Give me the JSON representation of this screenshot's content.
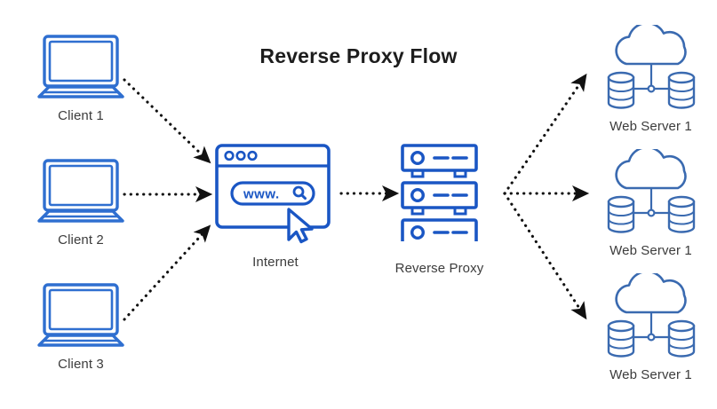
{
  "diagram": {
    "title": "Reverse Proxy Flow",
    "background_color": "#ffffff",
    "colors": {
      "laptop_blue": "#2f6fd0",
      "browser_blue": "#1a56c4",
      "server_blue": "#1a56c4",
      "cloud_blue": "#3a6ab0",
      "arrow_black": "#111111",
      "label_gray": "#3c3c3c",
      "title_black": "#1d1d1d"
    },
    "nodes": [
      {
        "id": "client-1",
        "label": "Client 1",
        "icon": "laptop-icon"
      },
      {
        "id": "client-2",
        "label": "Client 2",
        "icon": "laptop-icon"
      },
      {
        "id": "client-3",
        "label": "Client 3",
        "icon": "laptop-icon"
      },
      {
        "id": "internet",
        "label": "Internet",
        "icon": "browser-window-icon",
        "address_bar_text": "www."
      },
      {
        "id": "reverse-proxy",
        "label": "Reverse Proxy",
        "icon": "server-rack-icon"
      },
      {
        "id": "web-server-1",
        "label": "Web Server 1",
        "icon": "cloud-database-icon"
      },
      {
        "id": "web-server-2",
        "label": "Web Server 1",
        "icon": "cloud-database-icon"
      },
      {
        "id": "web-server-3",
        "label": "Web Server 1",
        "icon": "cloud-database-icon"
      }
    ],
    "edges": [
      {
        "from": "client-1",
        "to": "internet",
        "style": "dotted",
        "arrow": true
      },
      {
        "from": "client-2",
        "to": "internet",
        "style": "dotted",
        "arrow": true
      },
      {
        "from": "client-3",
        "to": "internet",
        "style": "dotted",
        "arrow": true
      },
      {
        "from": "internet",
        "to": "reverse-proxy",
        "style": "dotted",
        "arrow": true
      },
      {
        "from": "reverse-proxy",
        "to": "web-server-1",
        "style": "dotted",
        "arrow": true
      },
      {
        "from": "reverse-proxy",
        "to": "web-server-2",
        "style": "dotted",
        "arrow": true
      },
      {
        "from": "reverse-proxy",
        "to": "web-server-3",
        "style": "dotted",
        "arrow": true
      }
    ]
  }
}
